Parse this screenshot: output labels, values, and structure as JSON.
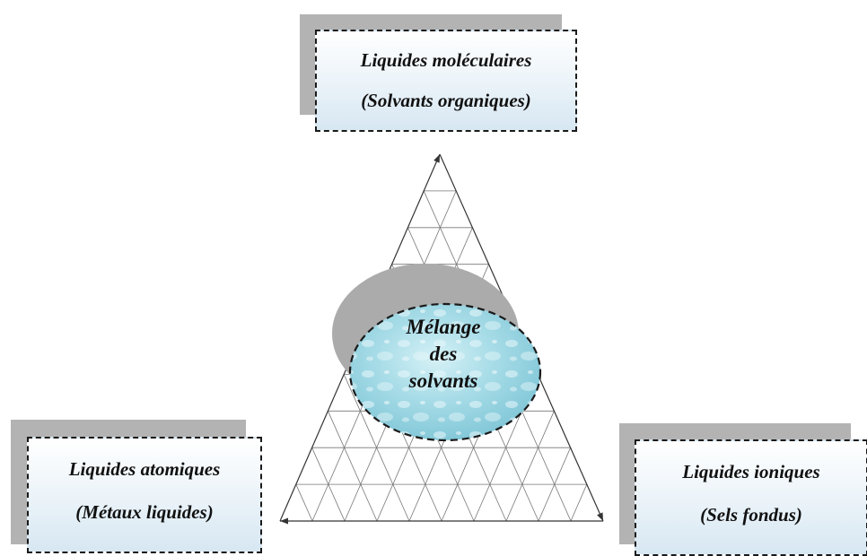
{
  "boxes": {
    "top": {
      "line1": "Liquides moléculaires",
      "line2": "(Solvants organiques)"
    },
    "left": {
      "line1": "Liquides atomiques",
      "line2": "(Métaux liquides)"
    },
    "right": {
      "line1": "Liquides ioniques",
      "line2": "(Sels fondus)"
    }
  },
  "center": {
    "line1": "Mélange",
    "line2": "des",
    "line3": "solvants"
  },
  "colors": {
    "box_fill": "#eef5fa",
    "shadow": "#b3b3b3",
    "circle_fill": "#aee0ea",
    "border": "#1a1a1a"
  }
}
